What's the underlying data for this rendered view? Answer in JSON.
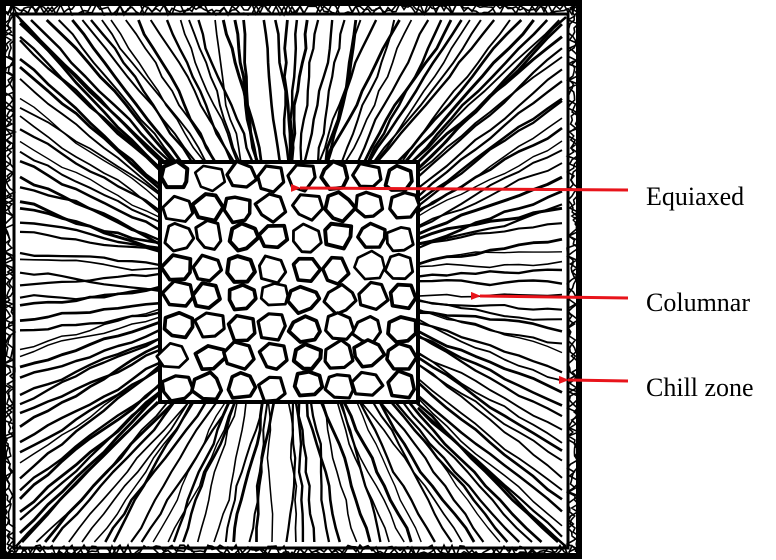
{
  "labels": {
    "equiaxed": "Equiaxed",
    "columnar": "Columnar",
    "chill_zone": "Chill zone"
  },
  "colors": {
    "arrow": "#e8141b",
    "ink": "#000000",
    "background": "#ffffff"
  }
}
